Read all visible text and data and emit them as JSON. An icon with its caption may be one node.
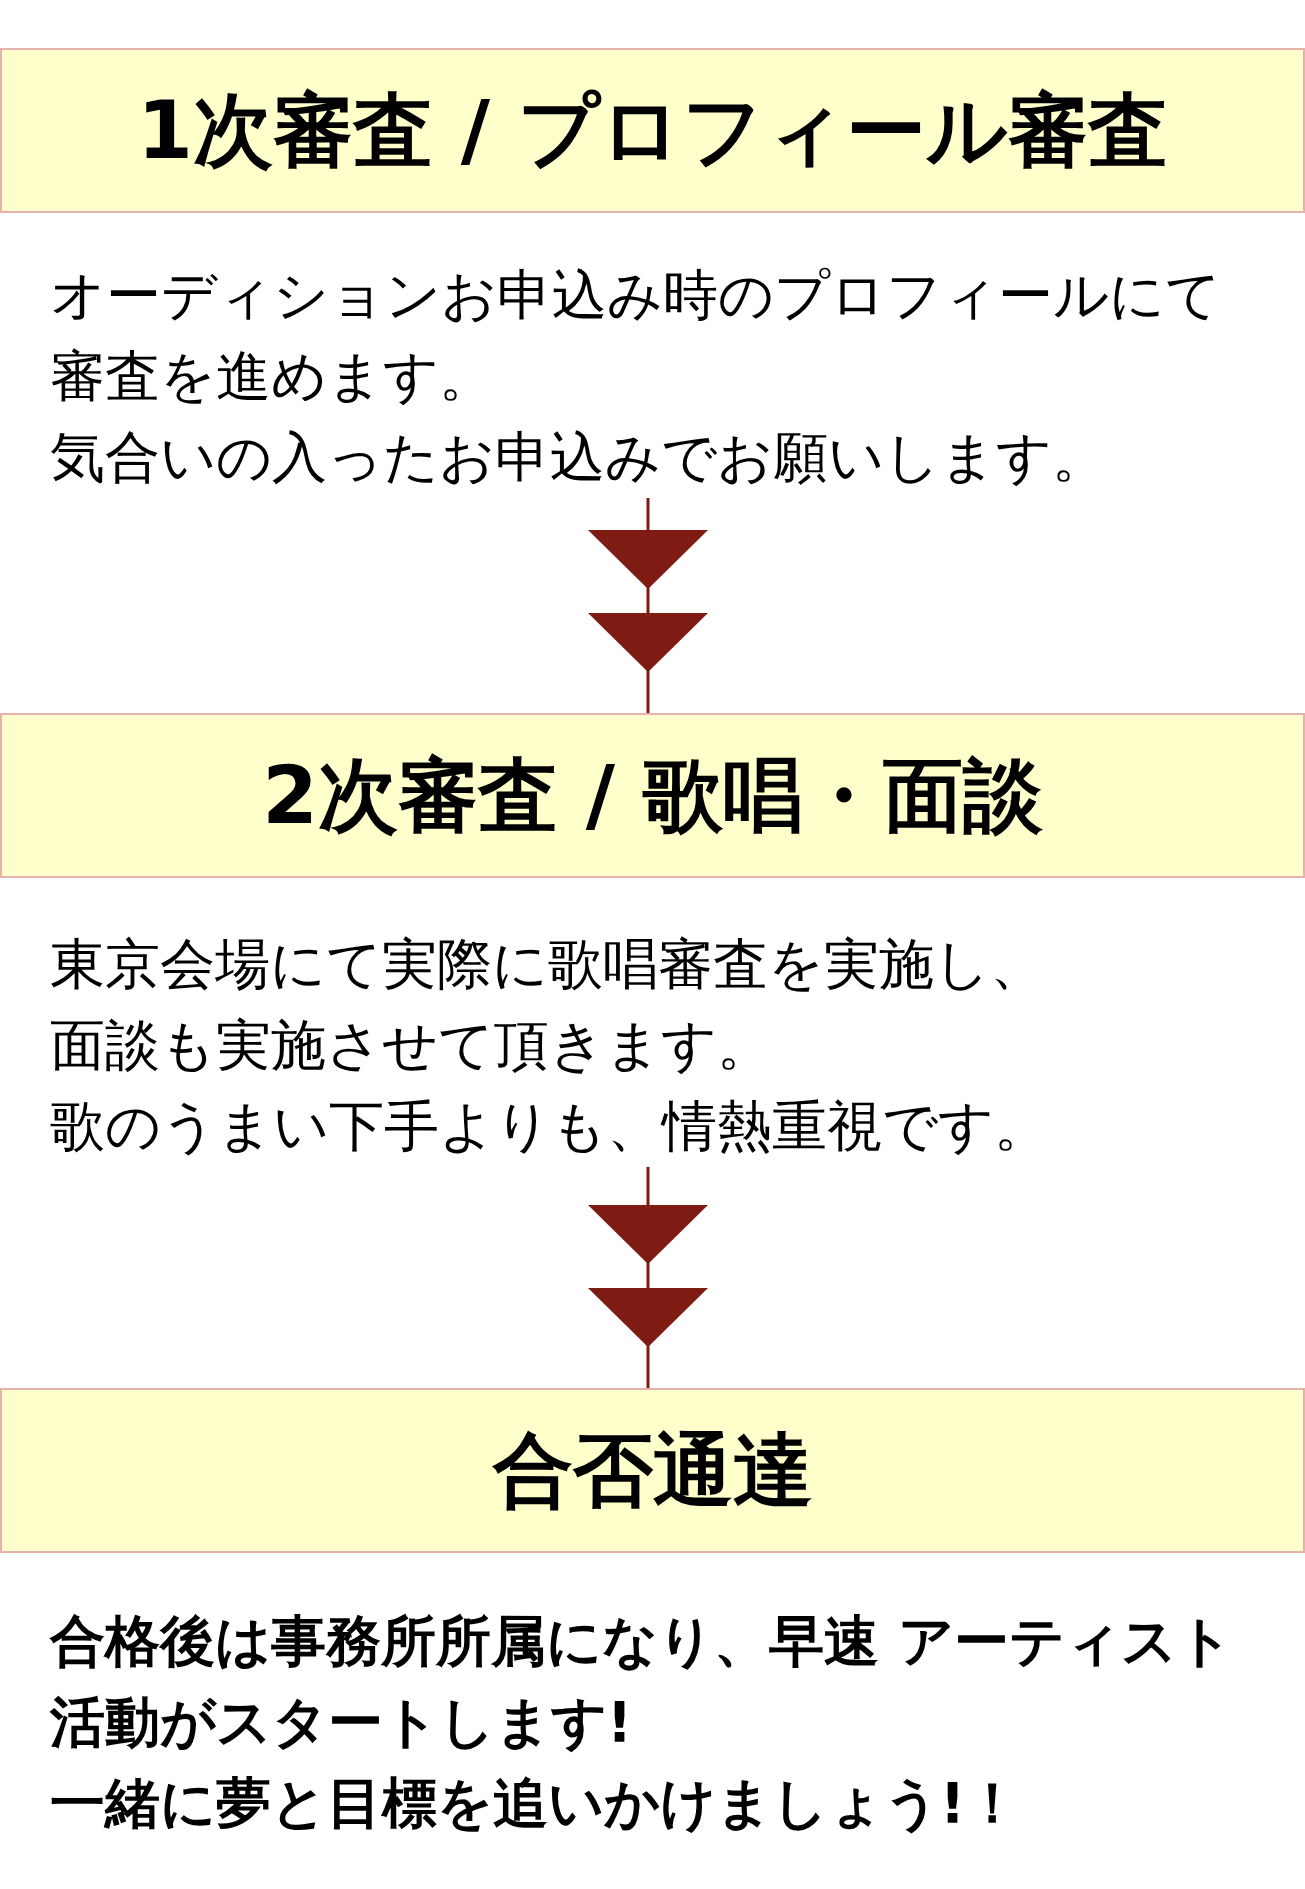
{
  "diagram": {
    "nodes": [
      {
        "text": [
          "1次審査 / プロフィール審査"
        ]
      },
      {
        "text": [
          "オーディションお申込み時のプロフィールにて審査を進めます。",
          "気合いの入ったお申込みでお願いします。"
        ]
      },
      {
        "text": [
          "2次審査 / 歌唱・面談"
        ]
      },
      {
        "text": [
          "東京会場にて実際に歌唱審査を実施し、面談も実施させて頂きます。",
          "歌のうまい下手よりも、情熱重視です。"
        ]
      },
      {
        "text": [
          "合否通達"
        ],
        "beside": [
          "合格後は事務所所属になり、早速 アーティスト活動がスタートします!",
          "一緒に夢と目標を追いかけましょう!！"
        ]
      }
    ],
    "edges": [
      {
        "from": 1,
        "to": 2,
        "arrow": "to"
      },
      {
        "from": 3,
        "to": 4,
        "arrow": "to"
      }
    ]
  }
}
